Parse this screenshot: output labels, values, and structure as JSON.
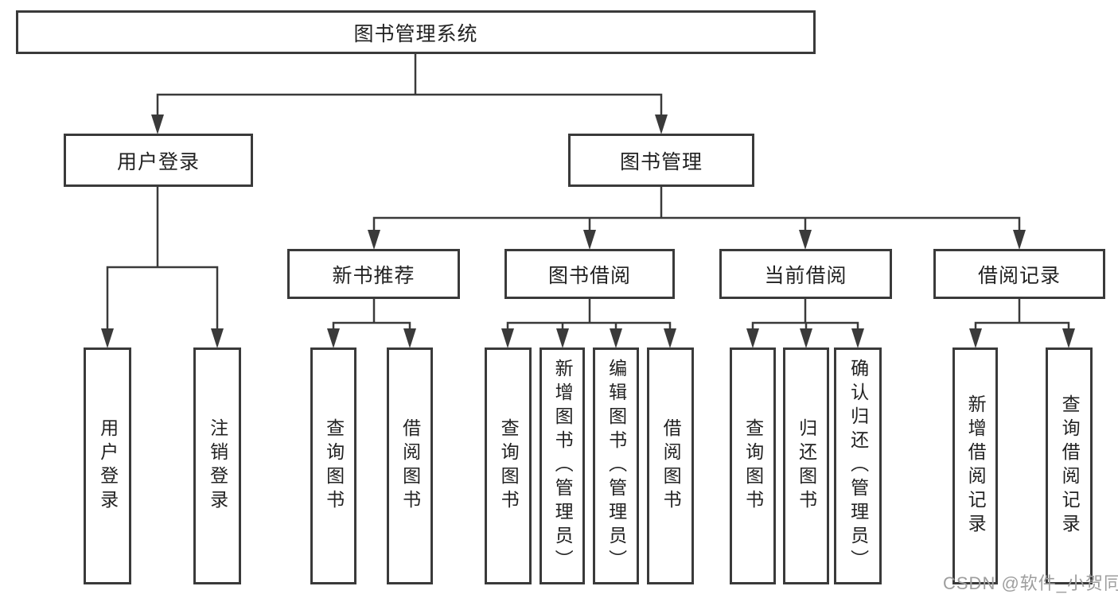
{
  "tree": {
    "root": {
      "label": "图书管理系统"
    },
    "branches": [
      {
        "label": "用户登录",
        "children": [
          {
            "label": "用户登录"
          },
          {
            "label": "注销登录"
          }
        ]
      },
      {
        "label": "图书管理",
        "children": [
          {
            "label": "新书推荐",
            "children": [
              {
                "label": "查询图书"
              },
              {
                "label": "借阅图书"
              }
            ]
          },
          {
            "label": "图书借阅",
            "children": [
              {
                "label": "查询图书"
              },
              {
                "label": "新增图书（管理员）"
              },
              {
                "label": "编辑图书（管理员）"
              },
              {
                "label": "借阅图书"
              }
            ]
          },
          {
            "label": "当前借阅",
            "children": [
              {
                "label": "查询图书"
              },
              {
                "label": "归还图书"
              },
              {
                "label": "确认归还（管理员）"
              }
            ]
          },
          {
            "label": "借阅记录",
            "children": [
              {
                "label": "新增借阅记录"
              },
              {
                "label": "查询借阅记录"
              }
            ]
          }
        ]
      }
    ]
  },
  "watermark": {
    "text": "CSDN @软件_小贺同学"
  },
  "colors": {
    "line": "#3a3a3a",
    "border": "#3a3a3a",
    "text": "#222222",
    "watermark": "#9e9e9e",
    "background": "#ffffff"
  }
}
